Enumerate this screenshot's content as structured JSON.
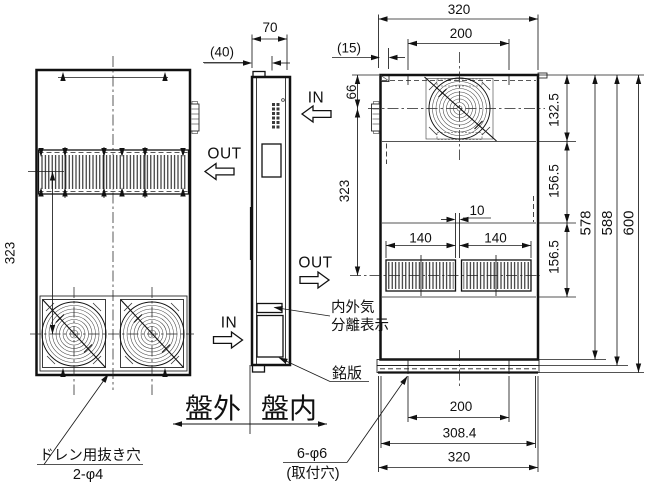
{
  "dims": {
    "depth": "70",
    "depth_outside": "(40)",
    "top_width": "320",
    "top_hole_pitch": "200",
    "top_tab_offset": "(15)",
    "fan_center_from_top": "66",
    "fan_to_louver_center_rear": "323",
    "fan_to_louver_center_front": "323",
    "section_top": "132.5",
    "section_mid": "156.5",
    "section_bottom": "156.5",
    "height_body": "578",
    "height_flange": "588",
    "height_overall": "600",
    "louver_gap": "10",
    "louver_width_left": "140",
    "louver_width_right": "140",
    "bottom_hole_pitch": "200",
    "bottom_hole_span": "308.4",
    "bottom_width": "320"
  },
  "flow": {
    "in_top": "IN",
    "out_top": "OUT",
    "out_bottom": "OUT",
    "in_bottom": "IN"
  },
  "labels": {
    "separator_line1": "内外気",
    "separator_line2": "分離表示",
    "nameplate": "銘版",
    "panel_outside": "盤外",
    "panel_inside": "盤内",
    "mount_hole_line1": "6-φ6",
    "mount_hole_line2": "(取付穴)",
    "drain_hole_line1": "ドレン用抜き穴",
    "drain_hole_line2": "2-φ4"
  }
}
